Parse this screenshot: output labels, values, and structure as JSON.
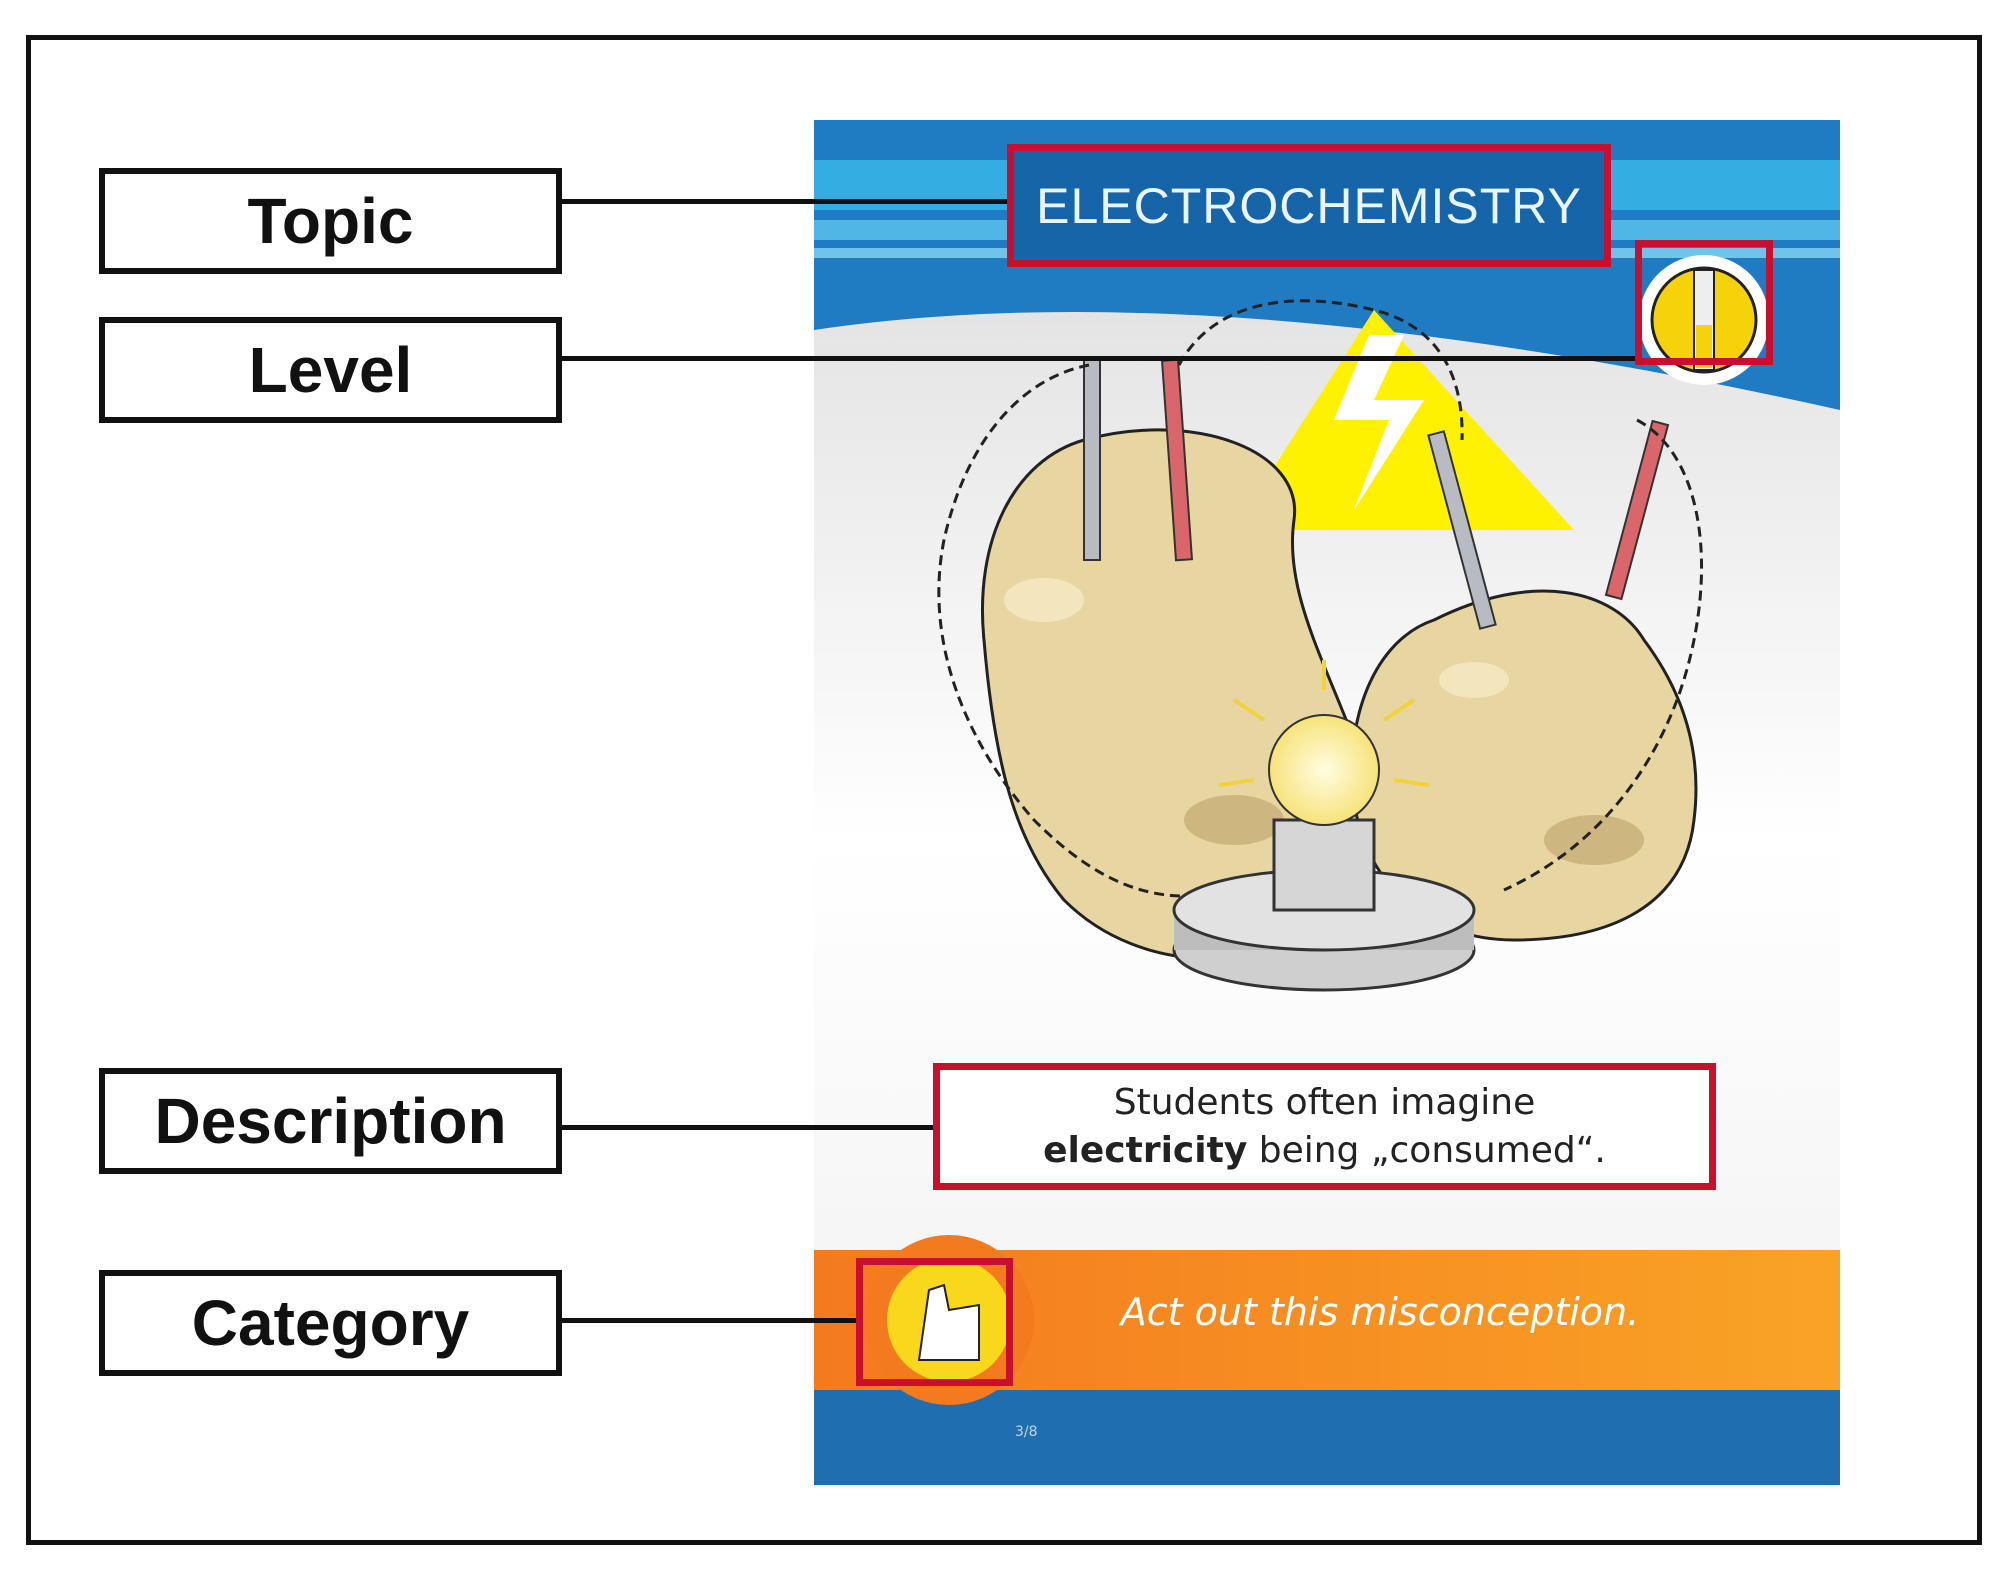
{
  "labels": {
    "topic": "Topic",
    "level": "Level",
    "description": "Description",
    "category": "Category"
  },
  "card": {
    "topic": "ELECTROCHEMISTRY",
    "description_line1": "Students often imagine",
    "description_bold": "electricity",
    "description_rest": "being „consumed“.",
    "category_text": "Act out this misconception.",
    "page_number": "3/8"
  },
  "colors": {
    "highlight_red": "#c8102e",
    "card_blue": "#1f6fb0",
    "category_orange": "#f68b1f"
  }
}
